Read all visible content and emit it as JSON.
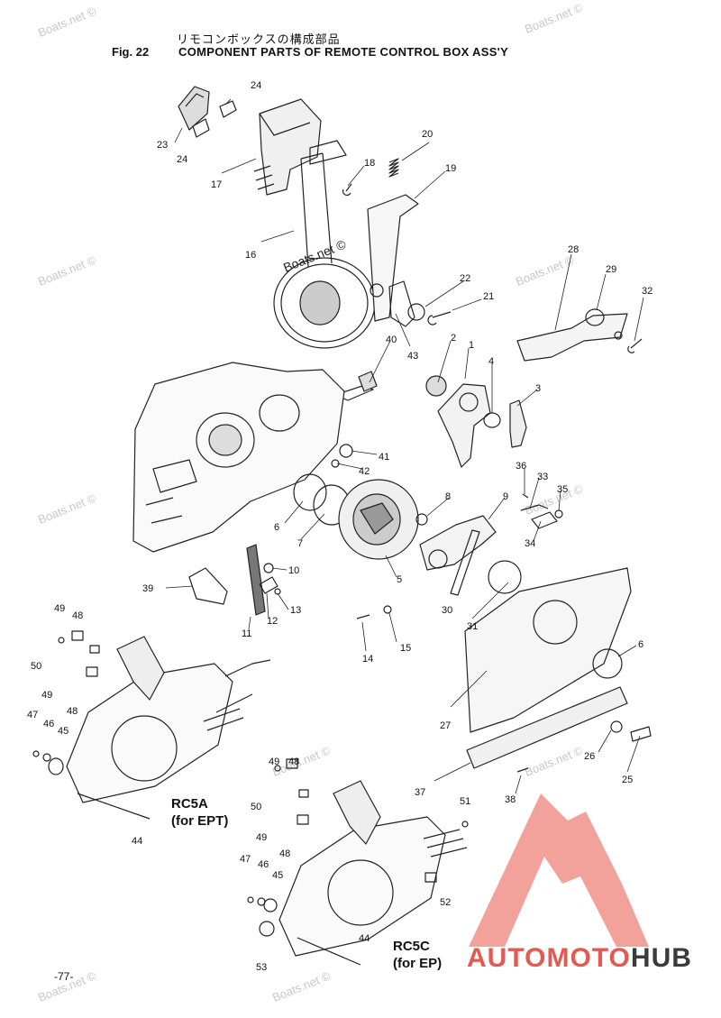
{
  "header": {
    "japanese_title": "リモコンボックスの構成部品",
    "fig_label": "Fig. 22",
    "title": "COMPONENT PARTS OF REMOTE CONTROL BOX ASS'Y"
  },
  "watermark": "Boats.net ©",
  "models": [
    {
      "code": "RC5A",
      "note": "(for EPT)"
    },
    {
      "code": "RC5C",
      "note": "(for EP)"
    }
  ],
  "page_number": "-77-",
  "logo": {
    "part1": "AUTOMOTO",
    "part2": "HUB",
    "accent_color": "#e25a52",
    "dark_color": "#3b3b3b"
  },
  "callouts": {
    "c1": "1",
    "c2": "2",
    "c3": "3",
    "c4": "4",
    "c5": "5",
    "c6": "6",
    "c7": "7",
    "c8": "8",
    "c9": "9",
    "c10": "10",
    "c11": "11",
    "c12": "12",
    "c13": "13",
    "c14": "14",
    "c15": "15",
    "c16": "16",
    "c17": "17",
    "c18": "18",
    "c19": "19",
    "c20": "20",
    "c21": "21",
    "c22": "22",
    "c23": "23",
    "c24": "24",
    "c25": "25",
    "c26": "26",
    "c27": "27",
    "c28": "28",
    "c29": "29",
    "c30": "30",
    "c31": "31",
    "c32": "32",
    "c33": "33",
    "c34": "34",
    "c35": "35",
    "c36": "36",
    "c37": "37",
    "c38": "38",
    "c39": "39",
    "c40": "40",
    "c41": "41",
    "c42": "42",
    "c43": "43",
    "c44": "44",
    "c45": "45",
    "c46": "46",
    "c47": "47",
    "c48": "48",
    "c49": "49",
    "c50": "50",
    "c51": "51",
    "c52": "52",
    "c53": "53"
  }
}
